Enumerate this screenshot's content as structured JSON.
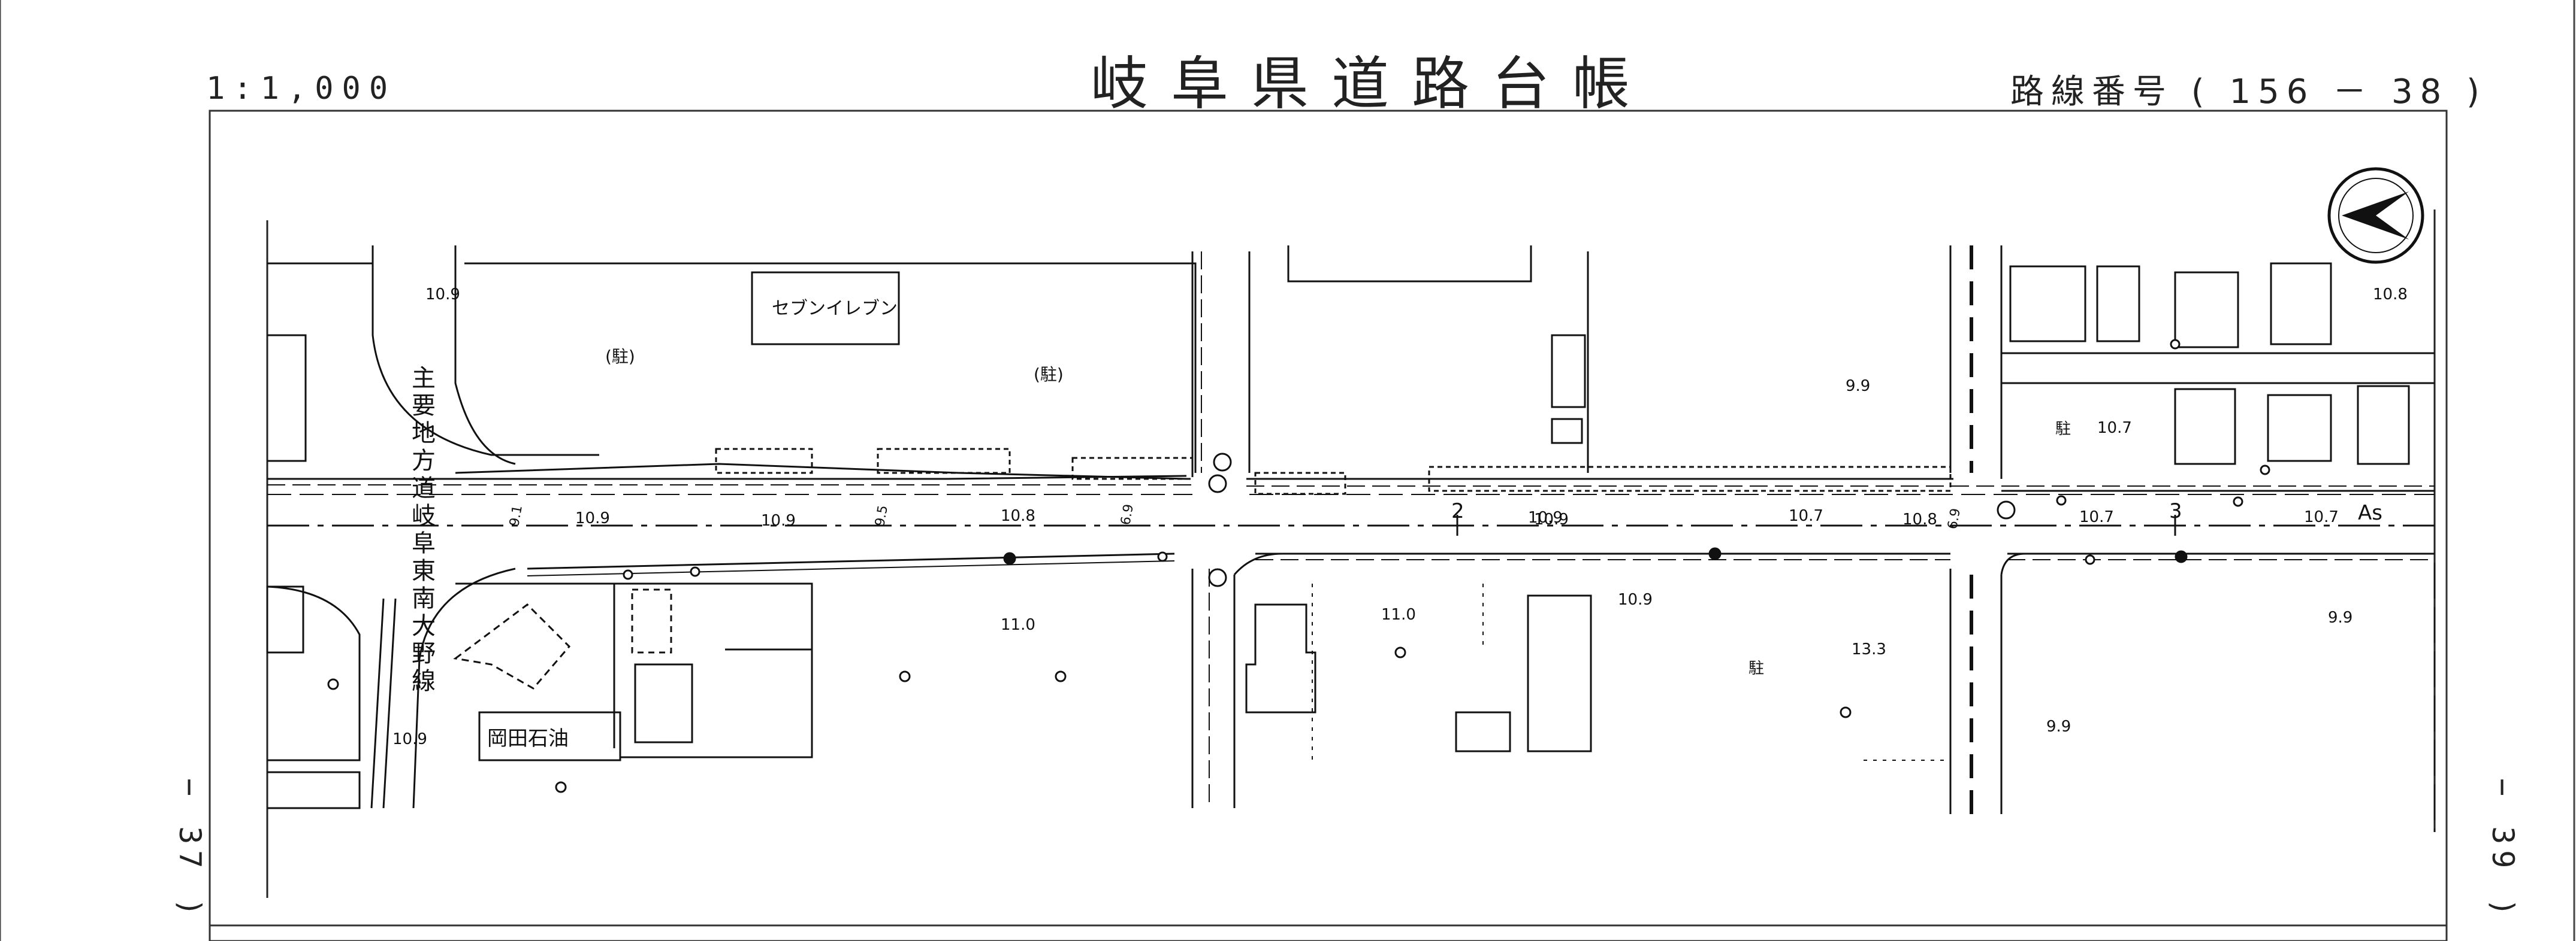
{
  "sheet": {
    "title": "岐阜県道路台帳",
    "scale": "1:1,000",
    "route_number": "路線番号 ( 156 － 38 )",
    "adjacent_left": "− 37 )",
    "adjacent_right": "− 39 )"
  },
  "map": {
    "road_name": "主要地方道岐阜東南大野線",
    "buildings": {
      "seven_eleven": "セブンイレブン",
      "okada_oil": "岡田石油"
    },
    "parking_marks": [
      "(駐)",
      "(駐)"
    ],
    "parking_circle_marks": [
      "駐",
      "駐"
    ],
    "station_numbers": [
      "2",
      "3"
    ],
    "pavement": "As",
    "elevations": {
      "e1": "10.9",
      "e2": "10.9",
      "e3": "10.9",
      "e4": "10.8",
      "e5": "11.0",
      "e6": "11.0",
      "e7": "10.9",
      "e8": "10.9",
      "e9": "10.7",
      "e10": "10.8",
      "e11": "10.9",
      "e12": "9.9",
      "e13": "13.3",
      "e14": "10.7",
      "e15": "10.7",
      "e16": "10.7",
      "e17": "10.8",
      "e18": "9.9",
      "e19": "9.9",
      "e20": "10.9"
    },
    "edge_widths": [
      "9.1",
      "9.5",
      "6.9",
      "6.9"
    ],
    "north_arrow_icon": "north-arrow-icon"
  }
}
